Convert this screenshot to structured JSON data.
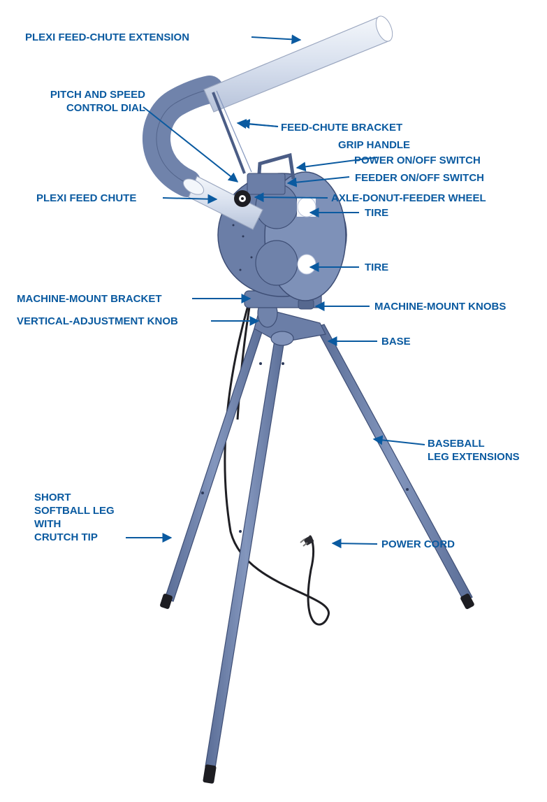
{
  "colors": {
    "label": "#0a5aa0",
    "machine_body": "#7083ab",
    "machine_dark": "#4b5d86",
    "chute_plexi": "#e6ecf5",
    "cord": "#1f1f24"
  },
  "labels": {
    "plexi_extension": "PLEXI FEED-CHUTE EXTENSION",
    "pitch_dial_line1": "PITCH AND SPEED",
    "pitch_dial_line2": "CONTROL DIAL",
    "chute_bracket": "FEED-CHUTE BRACKET",
    "grip_handle": "GRIP HANDLE",
    "power_switch": "POWER ON/OFF SWITCH",
    "feeder_switch": "FEEDER ON/OFF SWITCH",
    "axle_wheel": "AXLE-DONUT-FEEDER WHEEL",
    "plexi_chute": "PLEXI FEED CHUTE",
    "tire_upper": "TIRE",
    "tire_lower": "TIRE",
    "mount_bracket": "MACHINE-MOUNT BRACKET",
    "mount_knobs": "MACHINE-MOUNT KNOBS",
    "vertical_knob": "VERTICAL-ADJUSTMENT KNOB",
    "base": "BASE",
    "baseball_line1": "BASEBALL",
    "baseball_line2": "LEG EXTENSIONS",
    "softball_line1": "SHORT",
    "softball_line2": "SOFTBALL LEG",
    "softball_line3": "WITH",
    "softball_line4": "CRUTCH TIP",
    "power_cord": "POWER CORD"
  }
}
